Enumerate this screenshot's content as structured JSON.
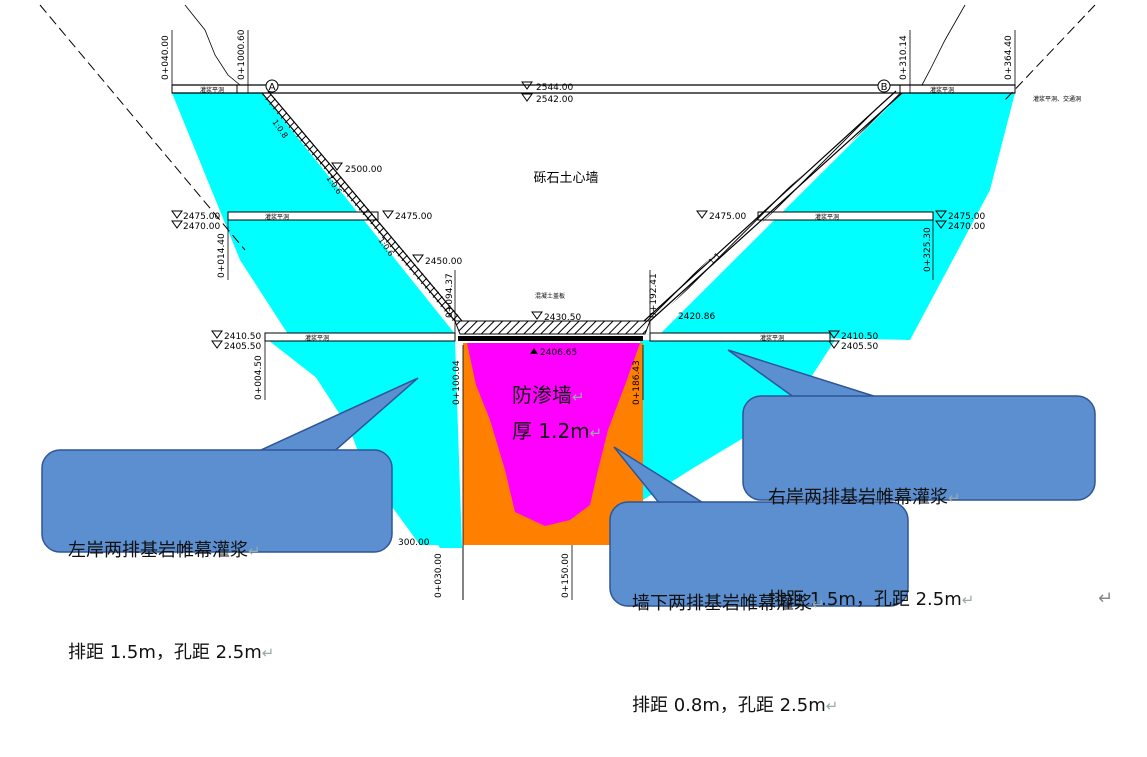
{
  "colors": {
    "zone_fill": "#00ffff",
    "cutoff_wall": "#ff00ff",
    "grout_zone": "#ff8000",
    "callout_fill": "#5b8fd0",
    "callout_stroke": "#2f5597",
    "line": "#000000"
  },
  "core_wall_label": "砾石土心墙",
  "elevations": {
    "top_2544": "2544.00",
    "top_2542": "2542.00",
    "e2500": "2500.00",
    "e2475_left": "2475.00",
    "e2470_left": "2470.00",
    "e2475_mid_left": "2475.00",
    "e2475_mid_right": "2475.00",
    "e2475_right": "2475.00",
    "e2470_right": "2470.00",
    "e2450": "2450.00",
    "e2430": "2430.50",
    "e2420": "2420.86",
    "e2410_left": "2410.50",
    "e2405_left": "2405.50",
    "e2410_right": "2410.50",
    "e2405_right": "2405.50",
    "e2406": "2406.65",
    "e2300": "300.00"
  },
  "stations": {
    "s_040": "0+040.00",
    "s_1000": "0+1000.60",
    "s_310": "0+310.14",
    "s_364": "0+364.40",
    "s_014": "0+014.40",
    "s_325": "0+325.30",
    "s_094": "0+094.37",
    "s_192": "0+192.41",
    "s_004": "0+004.50",
    "s_100": "0+100.04",
    "s_186": "0+186.43",
    "s_030": "0+030.00",
    "s_150": "0+150.00"
  },
  "slope_labels": [
    "1:0.8",
    "1:0.6",
    "1:0.6",
    "1:1"
  ],
  "markers": {
    "left": "A",
    "right": "B"
  },
  "small_labels": {
    "gallery": "灌浆平洞",
    "concrete": "混凝土盖板",
    "right_note": "灌浆平洞、交通洞"
  },
  "wall": {
    "line1": "防渗墙",
    "line2": "厚 1.2m"
  },
  "callouts": {
    "left": {
      "line1": "左岸两排基岩帷幕灌浆",
      "line2": "排距 1.5m，孔距 2.5m"
    },
    "right": {
      "line1": "右岸两排基岩帷幕灌浆",
      "line2": "排距 1.5m，孔距 2.5m"
    },
    "bottom": {
      "line1": "墙下两排基岩帷幕灌浆",
      "line2": "排距 0.8m，孔距 2.5m"
    }
  },
  "return_mark": "↵"
}
